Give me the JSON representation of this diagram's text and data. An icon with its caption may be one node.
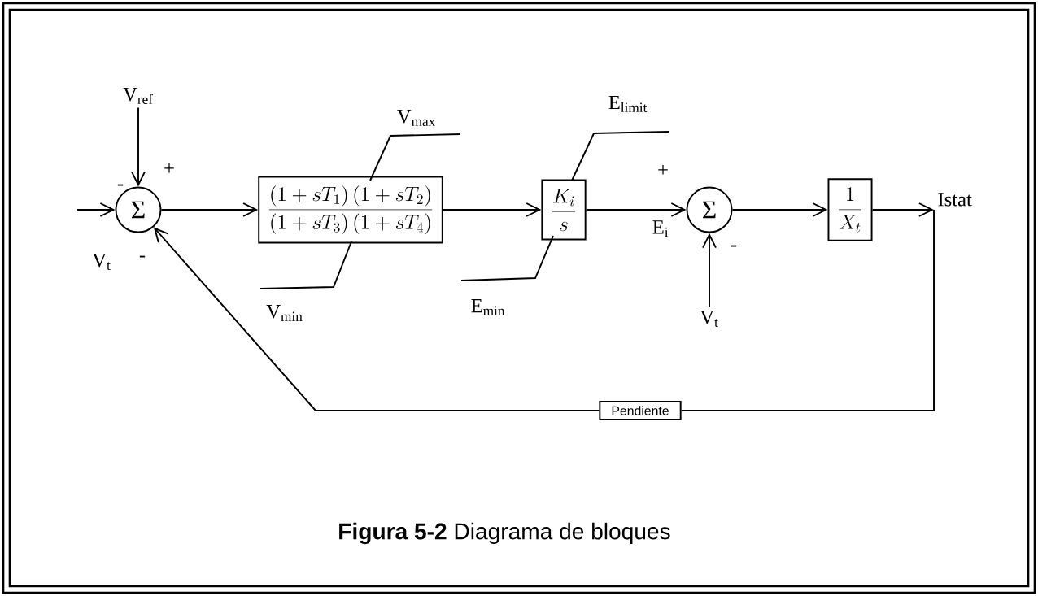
{
  "diagram": {
    "caption": "**Figura 5-2** Diagrama de bloques",
    "nodes": [
      {
        "text": [
          "V$_{ref}$"
        ]
      },
      {
        "text": [
          "Σ"
        ]
      },
      {
        "text": [
          "\\frac{(1+sT_1)\\,(1+sT_2)}{(1+sT_3)\\,(1+sT_4)}"
        ]
      },
      {
        "text": [
          "\\frac{K_i}{s}"
        ]
      },
      {
        "text": [
          "Σ"
        ]
      },
      {
        "text": [
          "\\frac{1}{X_t}"
        ]
      },
      {
        "text": [
          "Pendiente"
        ]
      },
      {
        "text": [
          "V$_{t}$"
        ]
      },
      {
        "text": [
          "Istat"
        ]
      }
    ],
    "edges": [
      {
        "from": 0,
        "to": 1,
        "arrow": "to"
      },
      {
        "from": null,
        "to": 1,
        "arrow": "to"
      },
      {
        "from": 1,
        "to": 2,
        "arrow": "to"
      },
      {
        "from": 2,
        "to": 3,
        "arrow": "to"
      },
      {
        "from": 3,
        "to": 4,
        "arrow": "to",
        "label": "E$_{i}$"
      },
      {
        "from": 7,
        "to": 4,
        "arrow": "to"
      },
      {
        "from": 4,
        "to": 5,
        "arrow": "to"
      },
      {
        "from": 5,
        "to": 8,
        "arrow": "to"
      },
      {
        "from": 8,
        "to": 6,
        "arrow": "none"
      },
      {
        "from": 6,
        "to": 1,
        "arrow": "to"
      }
    ],
    "labels": [
      "-",
      "+",
      "V$_{max}$",
      "E$_{limit}$",
      "+",
      "V$_{t}$",
      "-",
      "-",
      "V$_{min}$",
      "E$_{min}$"
    ]
  }
}
